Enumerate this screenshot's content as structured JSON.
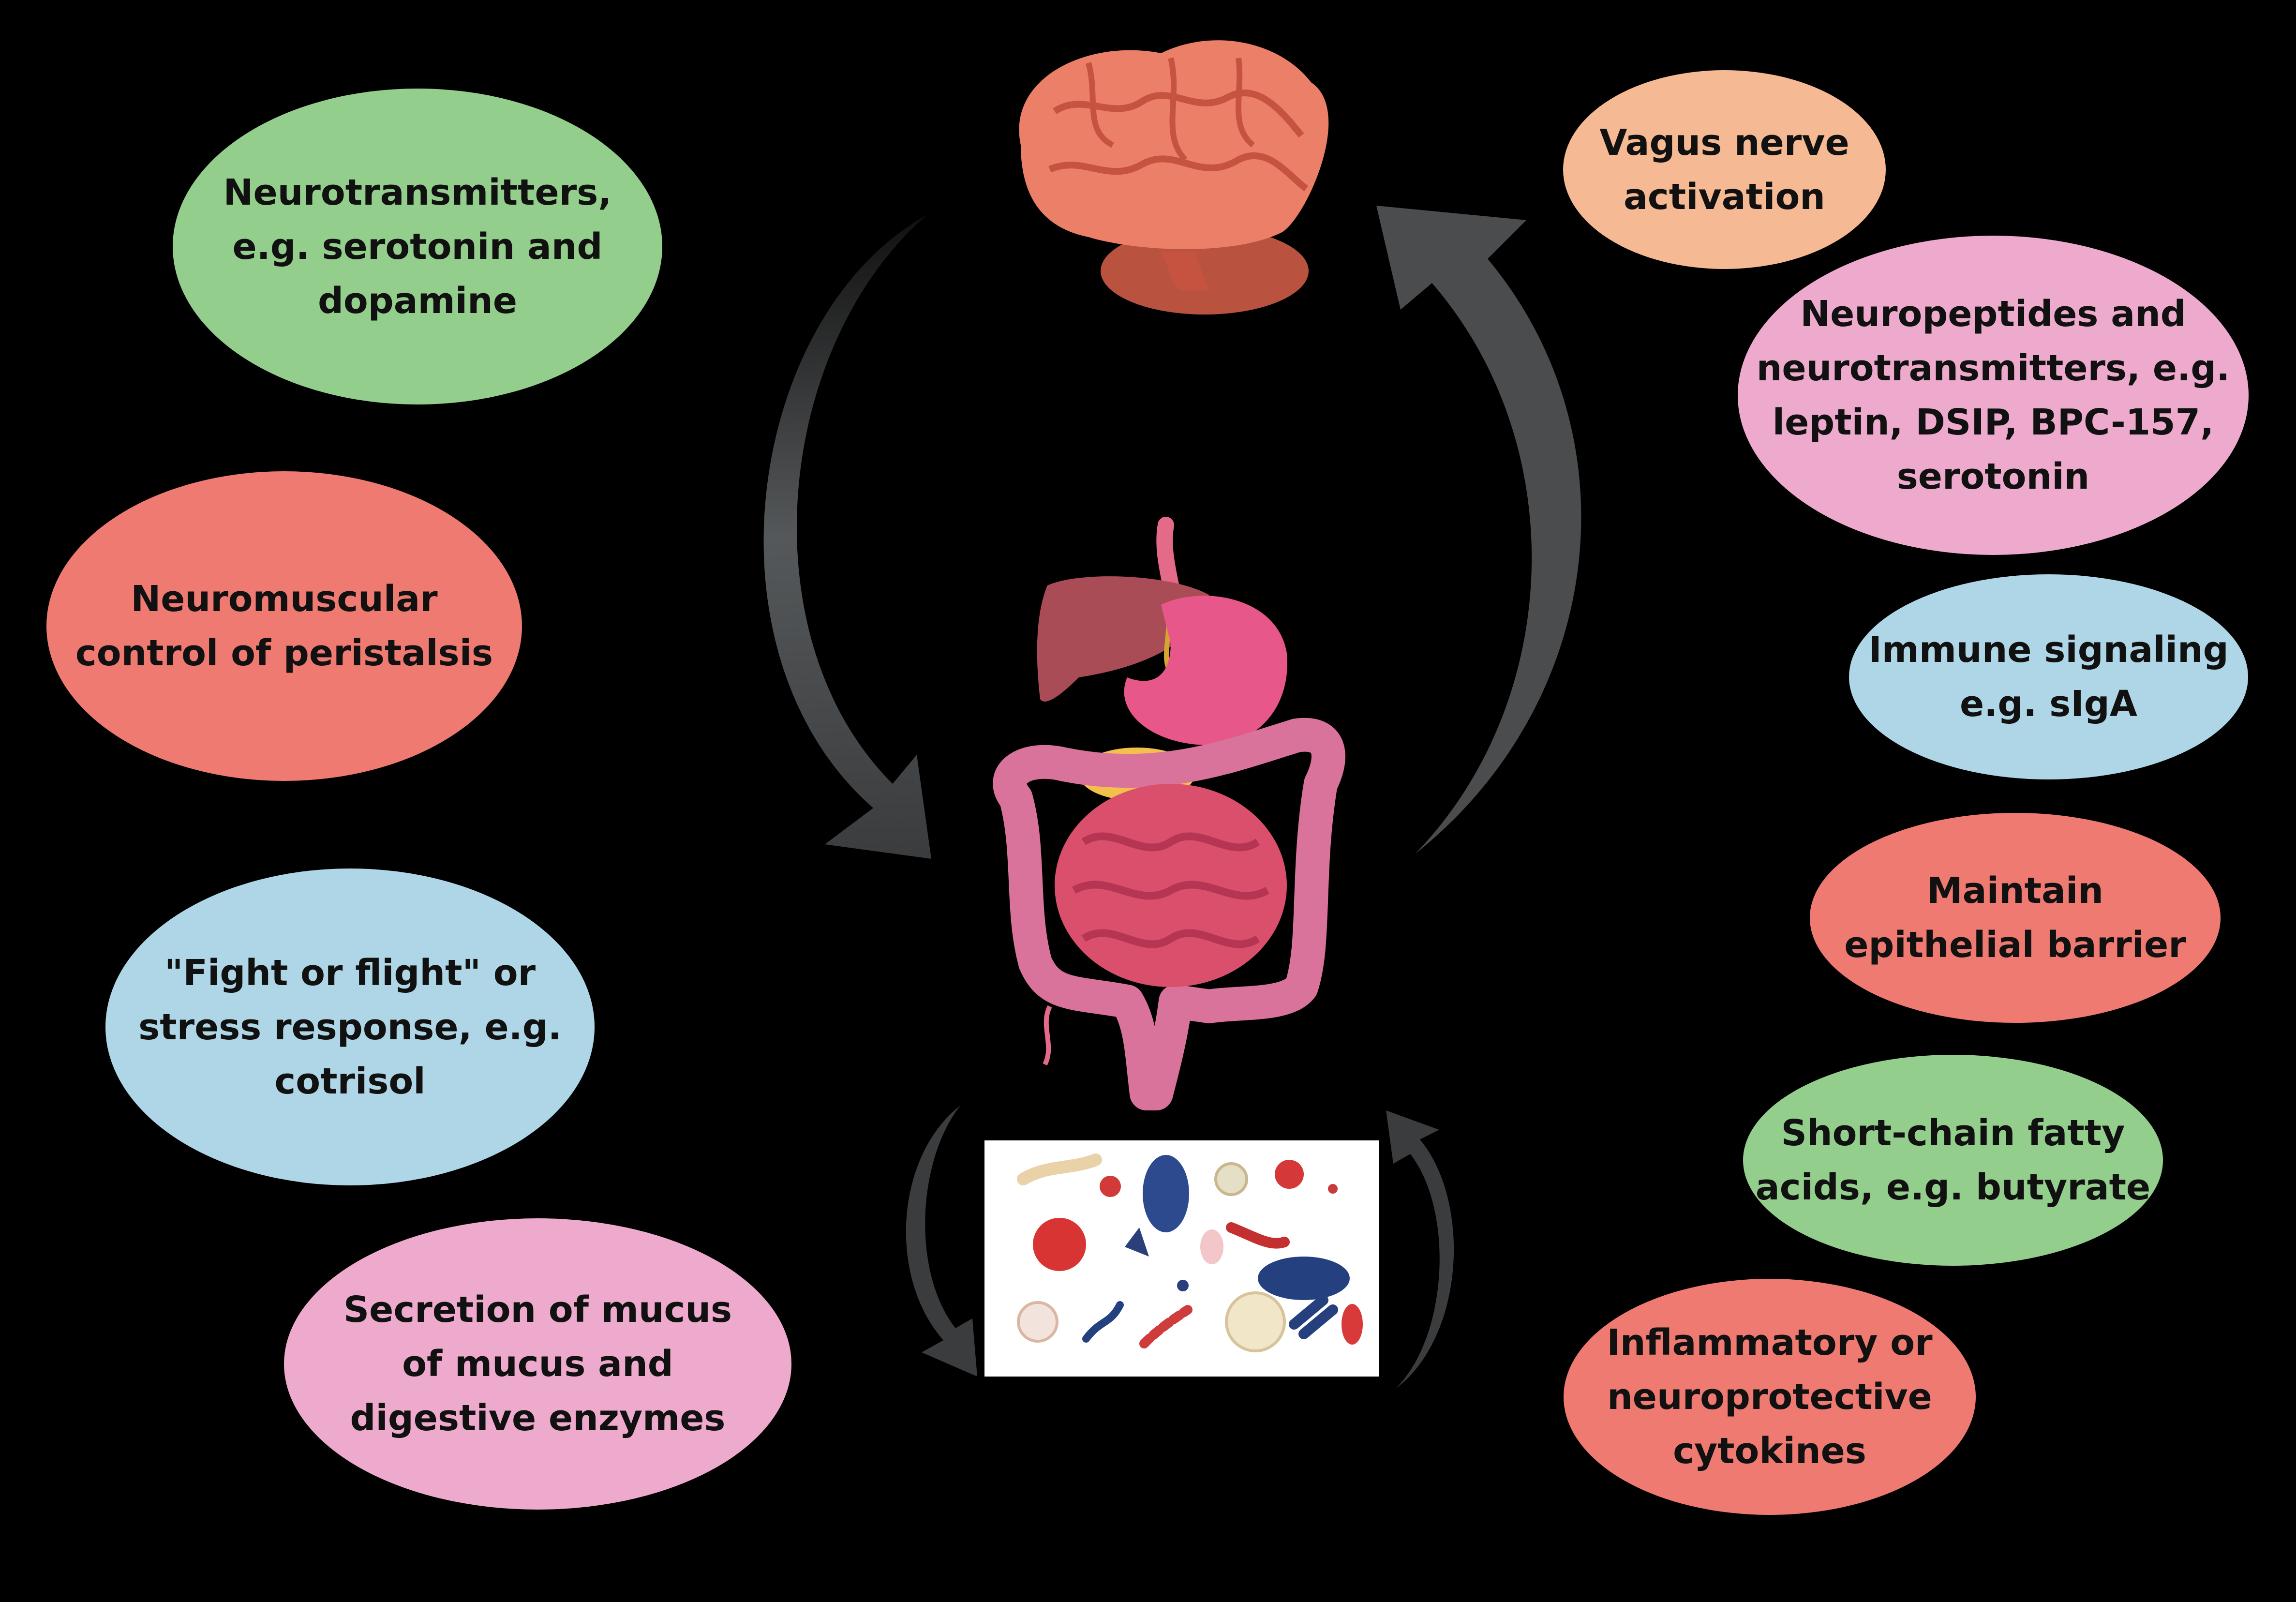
{
  "colors": {
    "background": "#000000",
    "green": "#93ce8d",
    "red": "#ef7a72",
    "blue": "#aed6e6",
    "pink": "#eeaacd",
    "orange": "#f5b993",
    "arrow": "#4a4c4e"
  },
  "icons": {
    "brain": "brain-icon",
    "digestive_system": "digestive-system-icon",
    "microbiota": "microbiota-icon"
  },
  "left_bubbles": [
    {
      "text": "Neurotransmitters,\ne.g. serotonin and\ndopamine",
      "color": "green"
    },
    {
      "text": "Neuromuscular\ncontrol of peristalsis",
      "color": "red"
    },
    {
      "text": "\"Fight or flight\" or\nstress response, e.g.\ncotrisol",
      "color": "blue"
    },
    {
      "text": "Secretion of mucus\nof mucus and\ndigestive enzymes",
      "color": "pink"
    }
  ],
  "right_bubbles": [
    {
      "text": "Vagus nerve\nactivation",
      "color": "orange"
    },
    {
      "text": "Neuropeptides and\nneurotransmitters, e.g.\nleptin, DSIP, BPC-157,\nserotonin",
      "color": "pink"
    },
    {
      "text": "Immune signaling\ne.g. sIgA",
      "color": "blue"
    },
    {
      "text": "Maintain\nepithelial barrier",
      "color": "red"
    },
    {
      "text": "Short-chain fatty\nacids, e.g. butyrate",
      "color": "green"
    },
    {
      "text": "Inflammatory or\nneuroprotective\ncytokines",
      "color": "red"
    }
  ]
}
